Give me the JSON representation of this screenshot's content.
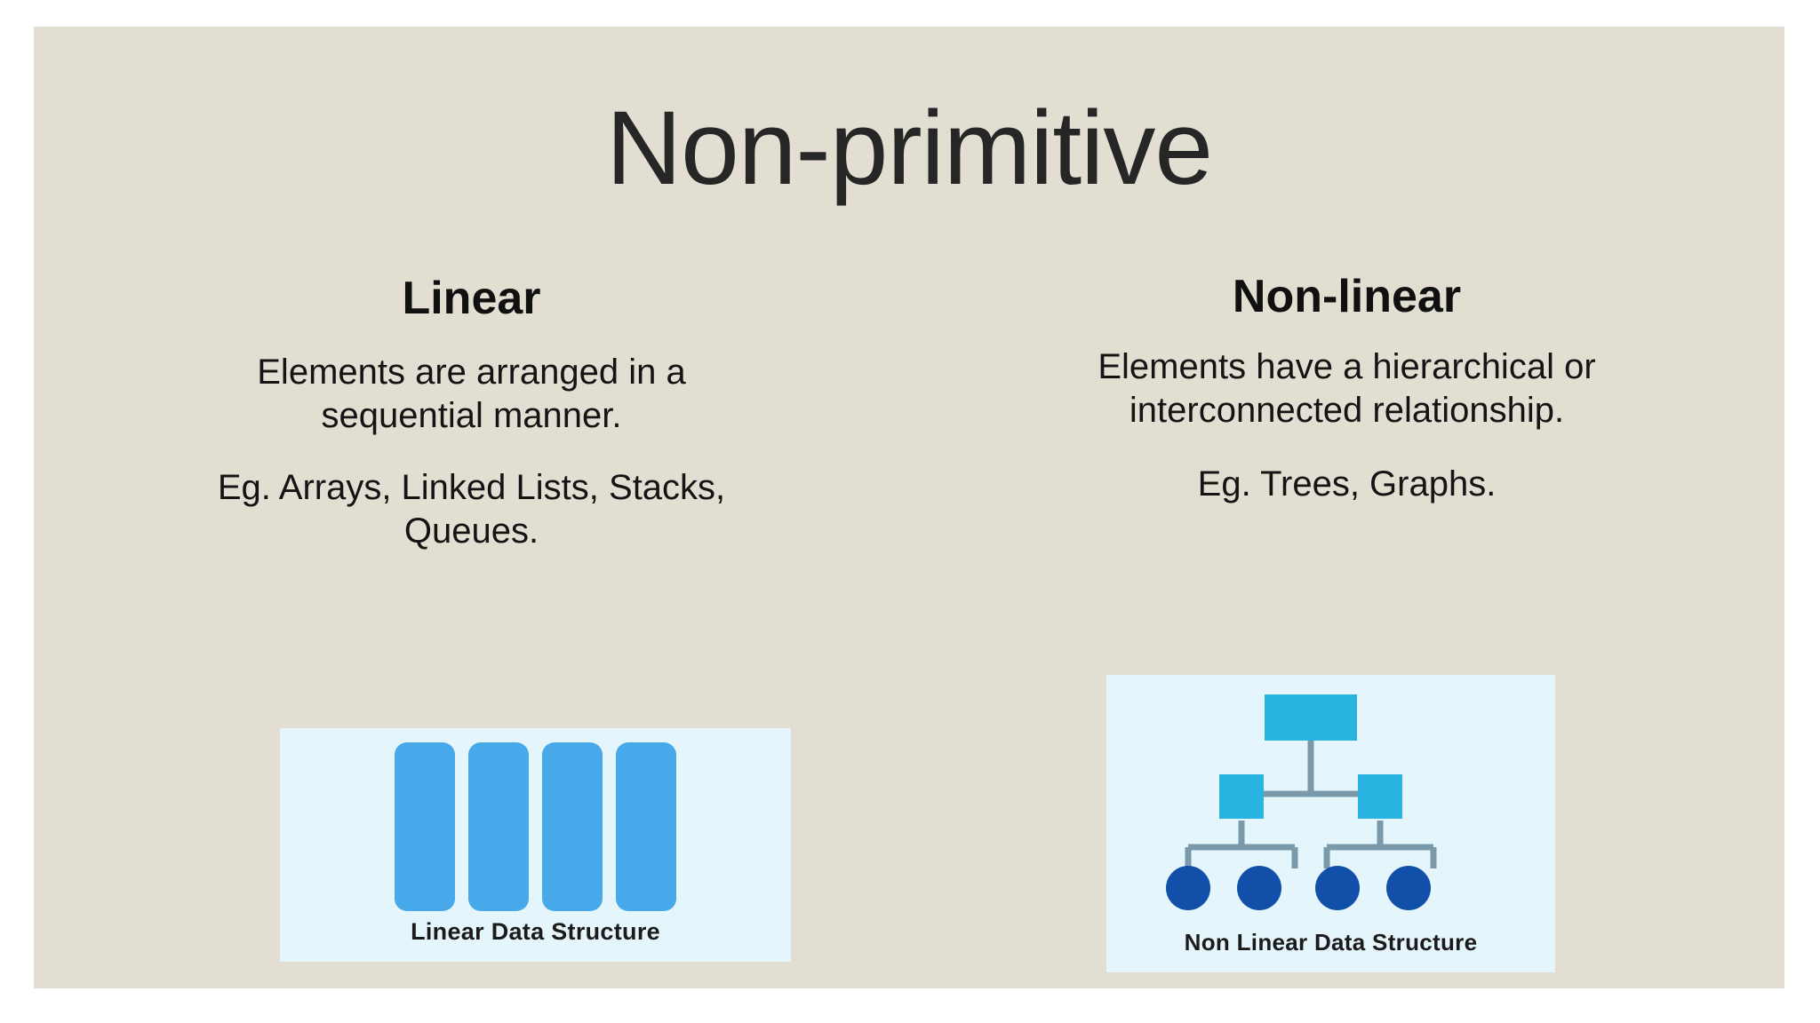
{
  "slide": {
    "title": "Non-primitive",
    "background_color": "#e2dfd2",
    "title_color": "#262626",
    "columns": [
      {
        "id": "linear",
        "heading": "Linear",
        "description": "Elements are arranged in a sequential manner.",
        "examples": "Eg. Arrays, Linked Lists, Stacks, Queues.",
        "figure": {
          "caption": "Linear Data Structure",
          "background_color": "#e4f6fb",
          "type": "bars",
          "bar_color": "#48a9ea",
          "bar_count": 4
        }
      },
      {
        "id": "non-linear",
        "heading": "Non-linear",
        "description": "Elements have a hierarchical or interconnected relationship.",
        "examples": "Eg. Trees, Graphs.",
        "figure": {
          "caption": "Non Linear Data Structure",
          "background_color": "#e4f6fb",
          "type": "tree",
          "node_color": "#29b3e0",
          "leaf_color": "#114fa8",
          "connector_color": "#7a99ab",
          "root_count": 1,
          "branch_count": 2,
          "leaf_count": 4
        }
      }
    ]
  }
}
